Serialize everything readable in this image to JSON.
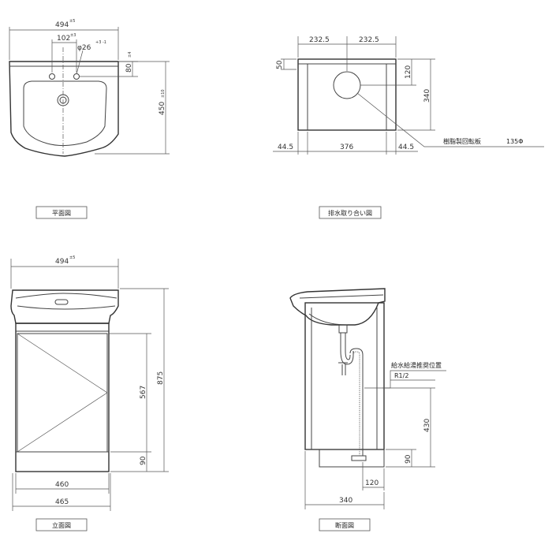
{
  "plan": {
    "caption": "平面図",
    "width": "494",
    "width_tol": "±5",
    "hole_pitch": "102",
    "hole_pitch_tol": "±3",
    "hole_dia": "φ26",
    "hole_dia_tol": "+3 -1",
    "depth_to_hole": "80",
    "depth_to_hole_tol": "±4",
    "depth": "450",
    "depth_tol": "±10"
  },
  "drain": {
    "caption": "排水取り合い図",
    "half_left": "232.5",
    "half_right": "232.5",
    "top_gap": "50",
    "center_height": "120",
    "depth": "340",
    "side_left": "44.5",
    "inner": "376",
    "side_right": "44.5",
    "leader_note": "樹脂製回転板",
    "leader_value": "135Φ"
  },
  "elevation": {
    "caption": "立面図",
    "width": "494",
    "width_tol": "±5",
    "door_height": "567",
    "total_height": "875",
    "plinth": "90",
    "cabinet_width": "460",
    "outer_width": "465"
  },
  "section": {
    "caption": "断面図",
    "leader_note1": "給水給湯推奨位置",
    "leader_note2": "R1/2",
    "pipe_height": "430",
    "plinth": "90",
    "pipe_offset": "120",
    "depth": "340"
  }
}
